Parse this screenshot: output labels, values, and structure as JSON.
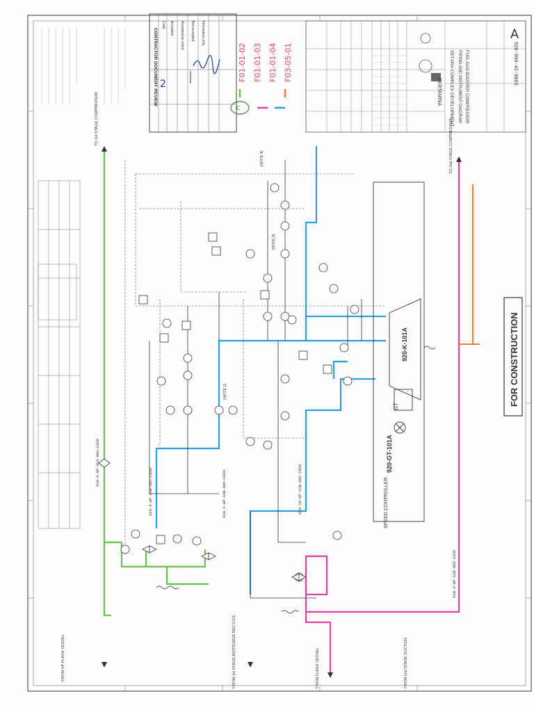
{
  "title_block": {
    "company": "PERTAMINA",
    "project": "SEТARA COMPLEX DEVELOPMENT",
    "drawing_title_1": "PIPING AND INSTRUMENT DIAGRAM",
    "drawing_title_2": "FUEL GAS BOOSTER COMPRESSOR",
    "drawing_number": "920-900-42-0003",
    "revision": "A"
  },
  "review_stamp": {
    "header": "CONTRACTOR DOCUMENT REVIEW",
    "options": [
      "Code",
      "Accepted",
      "Accepted as noted",
      "Not accepted",
      "Information only"
    ],
    "codes": [
      "2",
      "C"
    ],
    "handwritten_entries": [
      {
        "text": "F01-01-02",
        "color": "#e8445a"
      },
      {
        "text": "F01-01-03",
        "color": "#e8445a"
      },
      {
        "text": "F01-01-04",
        "color": "#e8445a"
      },
      {
        "text": "F03-05-01",
        "color": "#e8445a"
      }
    ],
    "circled_code": "C"
  },
  "legend_lines": [
    {
      "color": "#6ac04a",
      "label": "green"
    },
    {
      "color": "#e040a0",
      "label": "pink"
    },
    {
      "color": "#2aa0e0",
      "label": "blue"
    },
    {
      "color": "#ff7a30",
      "label": "orange"
    }
  ],
  "equipment": {
    "compressor_tag": "920-K-101A",
    "turbine_tag": "920-GT-101A",
    "controller_label": "SPEED CONTROLLER",
    "gt_label": "GT"
  },
  "stamp": {
    "for_construction": "FOR CONSTRUCTION"
  },
  "line_labels": [
    "920-6-GP-A18-001-C0SO",
    "920-8-GP-A1B-001-C0SO",
    "920-10-GP-A1B-002-C0SO",
    "920-2-GP-A1B-004-C0SO",
    "920-3-GP-A1B-005-C0SO"
  ],
  "inlet_labels": [
    "FROM HP FLASH VESSEL",
    "FROM 1st STAGE ANTISURGE RECYCLE",
    "FROM FLASH VESSEL",
    "FROM 2nd STAGE SUCTION"
  ],
  "outlet_labels": [
    "TO 1st STAGE COMPRESSOR",
    "TO 2nd STAGE COMPRESSOR"
  ],
  "notes": [
    "(NOTE 2)",
    "(NOTE 3)",
    "(NOTE 4)"
  ]
}
